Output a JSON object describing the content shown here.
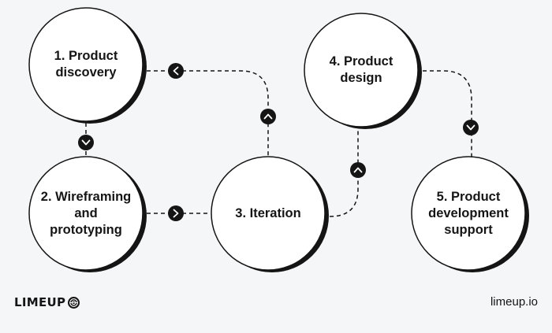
{
  "steps": [
    {
      "label": "1. Product\ndiscovery"
    },
    {
      "label": "2. Wireframing\nand\nprototyping"
    },
    {
      "label": "3. Iteration"
    },
    {
      "label": "4. Product\ndesign"
    },
    {
      "label": "5. Product\ndevelopment\nsupport"
    }
  ],
  "footer": {
    "brand": "LIMEUP",
    "site": "limeup.io"
  },
  "colors": {
    "background": "#f5f6f8",
    "circle_fill": "#ffffff",
    "stroke": "#151515",
    "arrow_badge": "#151515"
  }
}
